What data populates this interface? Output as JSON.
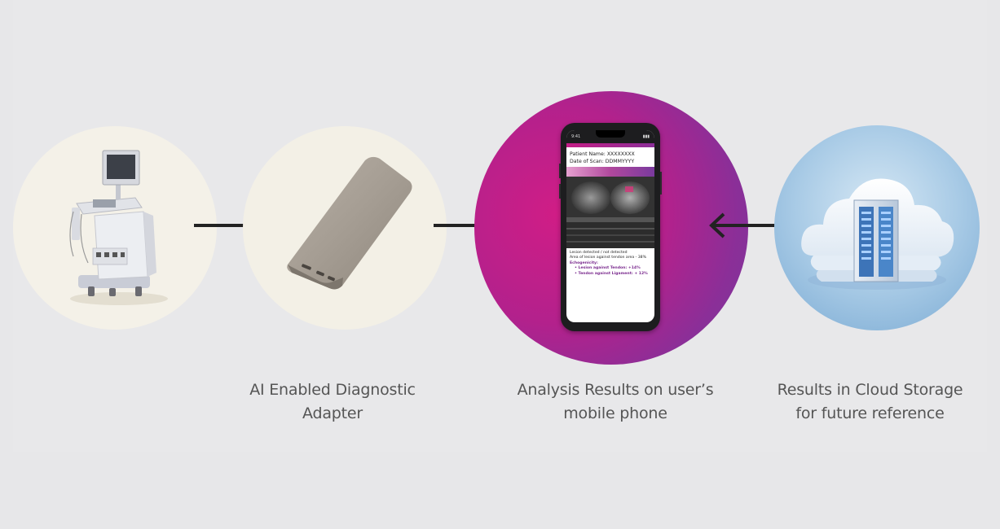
{
  "captions": {
    "adapter": [
      "AI Enabled Diagnostic",
      "Adapter"
    ],
    "phone": [
      "Analysis Results on user’s",
      "mobile phone"
    ],
    "cloud": [
      "Results in Cloud Storage",
      "for future reference"
    ]
  },
  "phone_screen": {
    "status_time": "9:41",
    "patient_name": "Patient Name: XXXXXXXX",
    "scan_date": "Date of Scan:   DDMMYYYY",
    "finding_1": "Lesion detected / not detected",
    "finding_2": "Area of lesion against tendon area - 38%",
    "echo_heading": "Echogenicity:",
    "echo_1": "Lesion against Tendon: +14%",
    "echo_2": "Tendon against Ligament: + 12%"
  },
  "colors": {
    "arrow": "#222222",
    "phone_gradient_start": "#d01d86",
    "phone_gradient_end": "#7a3a9e",
    "caption_text": "#555555"
  },
  "icons": {
    "node_1": "ultrasound-machine-icon",
    "node_2": "diagnostic-adapter-icon",
    "node_3": "smartphone-icon",
    "node_4": "cloud-server-icon"
  }
}
